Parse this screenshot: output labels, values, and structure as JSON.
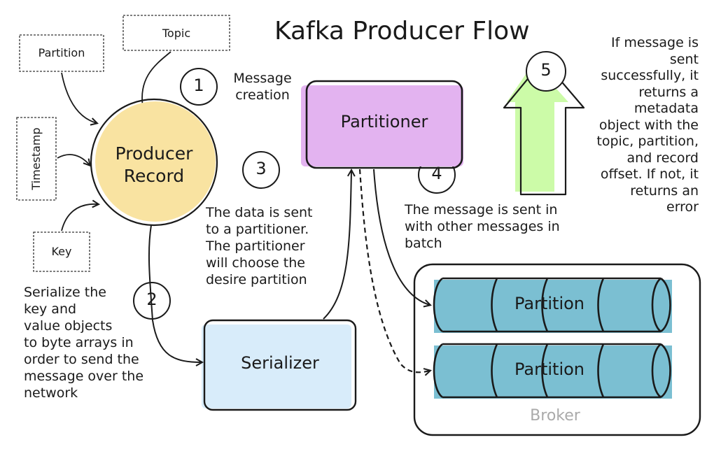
{
  "title": "Kafka Producer Flow",
  "inputs": {
    "topic": "Topic",
    "partition": "Partition",
    "timestamp": "Timestamp",
    "key": "Key"
  },
  "nodes": {
    "producer_record": [
      "Producer",
      "Record"
    ],
    "partitioner": "Partitioner",
    "serializer": "Serializer",
    "partition_top": "Partition",
    "partition_bottom": "Partition",
    "broker": "Broker"
  },
  "steps": [
    {
      "number": "1",
      "text": [
        "Message",
        "creation"
      ]
    },
    {
      "number": "2",
      "text": [
        "Serialize the",
        "key and",
        "value objects",
        "to byte arrays in",
        "order to send the",
        "message over the",
        "network"
      ]
    },
    {
      "number": "3",
      "text": [
        "The data is sent",
        "to a partitioner.",
        "The partitioner",
        "will choose the",
        "desire partition"
      ]
    },
    {
      "number": "4",
      "text": [
        "The message is sent in",
        "with other messages in",
        "batch"
      ]
    },
    {
      "number": "5",
      "text": [
        "If message is",
        "sent",
        "successfully, it",
        "returns a",
        "metadata",
        "object with the",
        "topic, partition,",
        "and record",
        "offset. If not, it",
        "returns an",
        "error"
      ]
    }
  ],
  "colors": {
    "producer_record": "#f9e3a1",
    "partitioner": "#e3b3f0",
    "serializer": "#d8ecfa",
    "partition": "#7bbfd2",
    "arrow_up": "#ccfba8",
    "broker_label": "#aaaaaa"
  }
}
